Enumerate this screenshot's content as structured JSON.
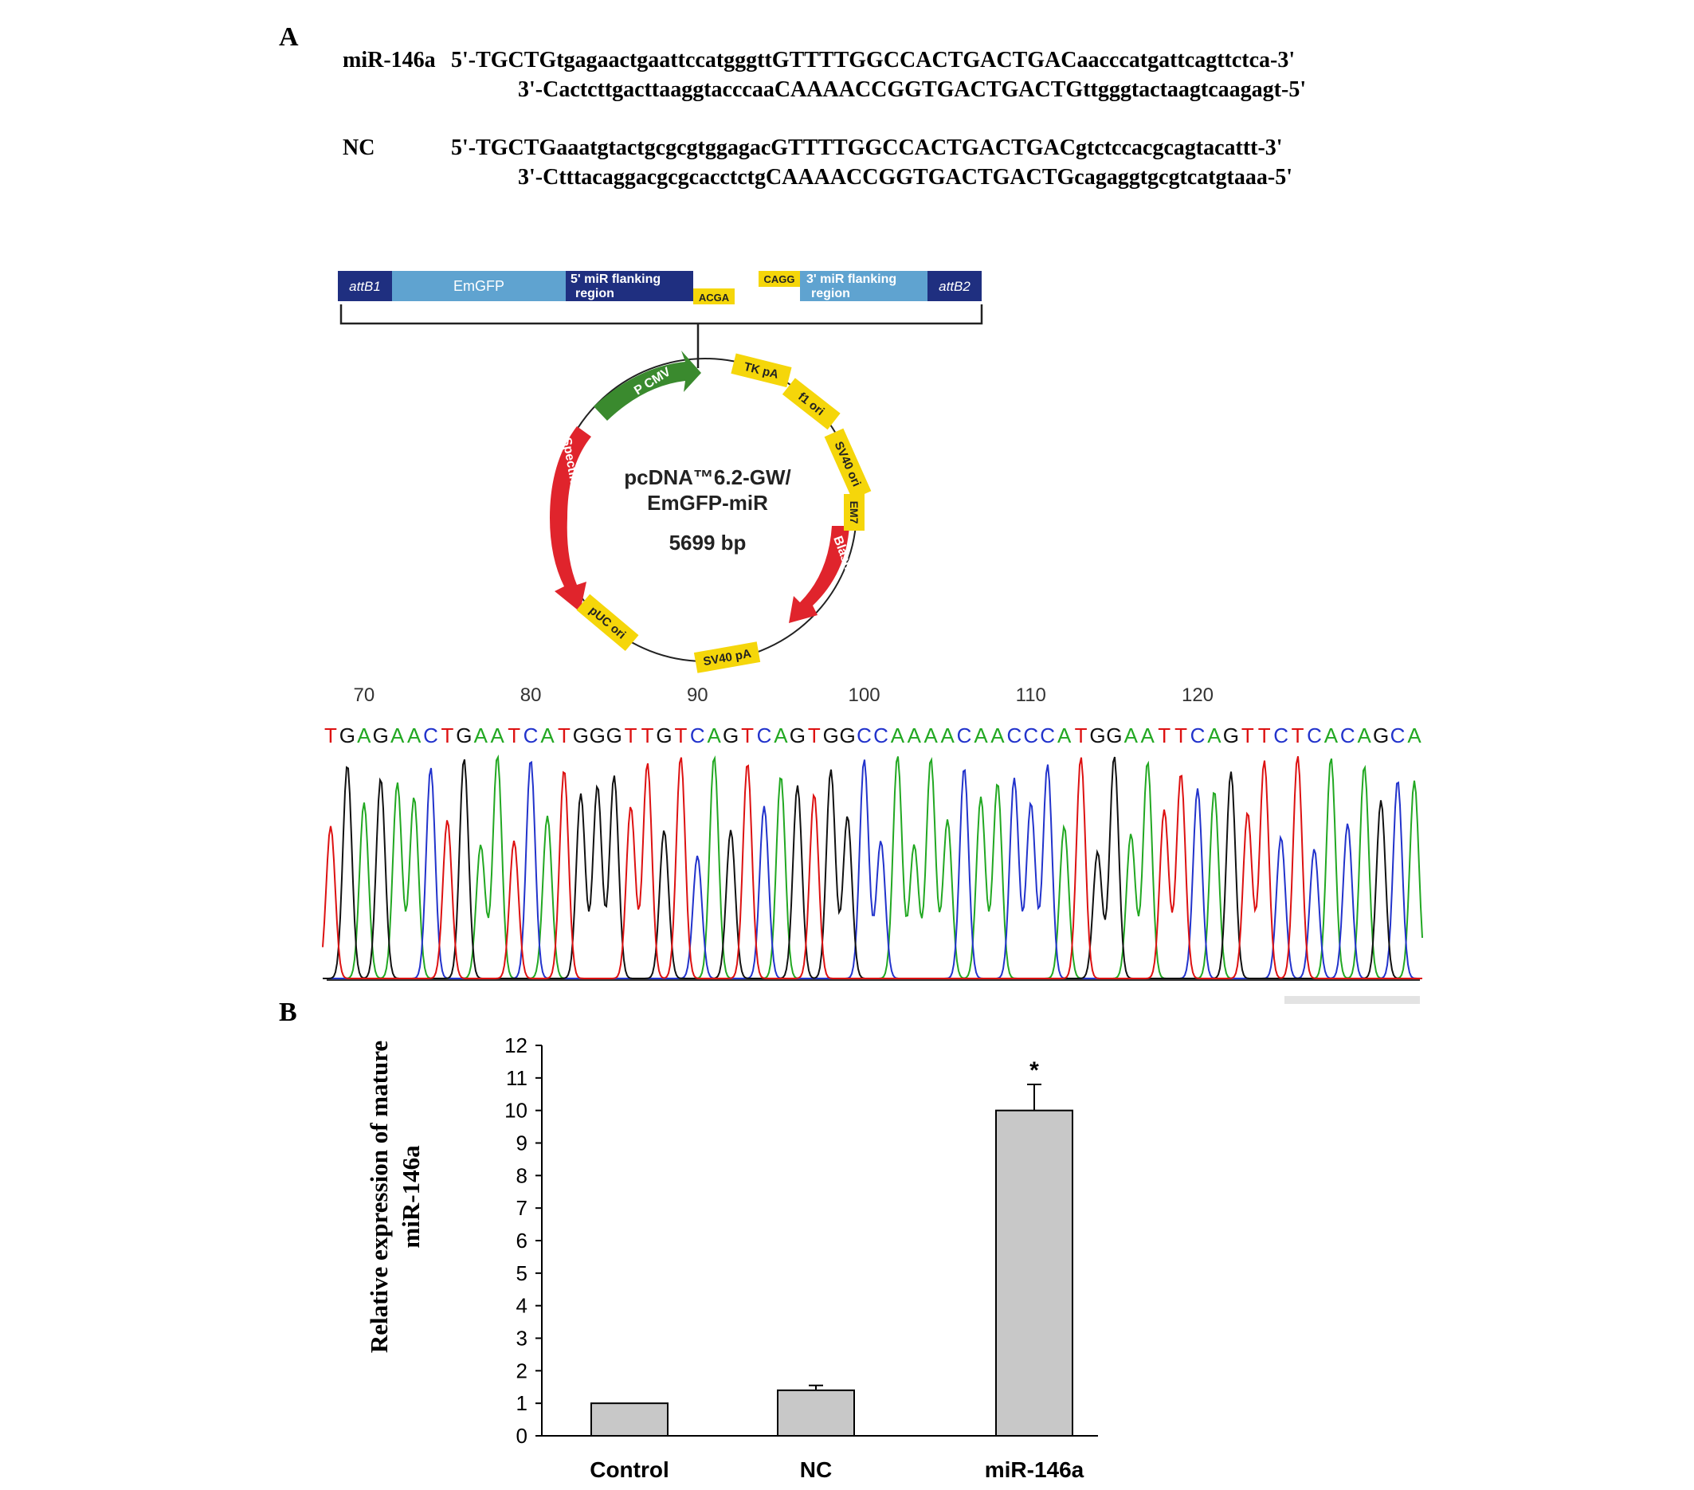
{
  "panel_a_label": "A",
  "panel_b_label": "B",
  "sequences": [
    {
      "name": "miR-146a",
      "top": "5'-TGCTGtgagaactgaattccatgggttGTTTTGGCCACTGACTGACaacccatgattcagttctca-3'",
      "bottom": "3'-CactcttgacttaaggtacccaaCAAAACCGGTGACTGACTGttgggtactaagtcaagagt-5'"
    },
    {
      "name": "NC",
      "top": "5'-TGCTGaaatgtactgcgcgtggagacGTTTTGGCCACTGACTGACgtctccacgcagtacattt-3'",
      "bottom": "3'-CtttacaggacgcgcacctctgCAAAACCGGTGACTGACTGcagaggtgcgtcatgtaaa-5'"
    }
  ],
  "insert_map": {
    "attB1": "attB1",
    "emgfp": "EmGFP",
    "five_flank_1": "5' miR flanking",
    "five_flank_2": "region",
    "acga": "ACGA",
    "cagg": "CAGG",
    "three_flank_1": "3' miR flanking",
    "three_flank_2": "region",
    "attB2": "attB2"
  },
  "plasmid": {
    "name_line1": "pcDNA™6.2-GW/",
    "name_line2": "EmGFP-miR",
    "size": "5699 bp",
    "features": {
      "pcmv": "P CMV",
      "tkpa": "TK pA",
      "f1ori": "f1 ori",
      "sv40ori": "SV40 ori",
      "em7": "EM7",
      "blasticidin": "Blasticidin",
      "sv40pa": "SV40 pA",
      "puc": "pUC ori",
      "spectinomycin": "Spectinomycin"
    },
    "colors": {
      "promoter": "#3a8a2e",
      "resistance": "#e0242c",
      "element": "#f5d60a",
      "dark_blue": "#1f2f80",
      "light_blue": "#5fa3d0"
    }
  },
  "chromatogram": {
    "positions": [
      "70",
      "80",
      "90",
      "100",
      "110",
      "120"
    ],
    "bases": "TGAGAACTGAATCATGGGTTGTCAGTCAGTGGCCAAAACAACCCATGGAATTCAGTTCTCACAGCA",
    "base_colors": {
      "A": "#22a822",
      "C": "#2233cc",
      "G": "#111111",
      "T": "#dd1111"
    }
  },
  "chart_data": {
    "type": "bar",
    "categories": [
      "Control",
      "NC",
      "miR-146a"
    ],
    "values": [
      1.0,
      1.4,
      10.0
    ],
    "errors": [
      0,
      0.15,
      0.8
    ],
    "significance": [
      "",
      "",
      "*"
    ],
    "ylabel_line1": "Relative expression of mature",
    "ylabel_line2": "miR-146a",
    "xlabel": "",
    "ylim": [
      0,
      12
    ],
    "yticks": [
      "0",
      "1",
      "2",
      "3",
      "4",
      "5",
      "6",
      "7",
      "8",
      "9",
      "10",
      "11",
      "12"
    ],
    "bar_color": "#c8c8c8"
  }
}
